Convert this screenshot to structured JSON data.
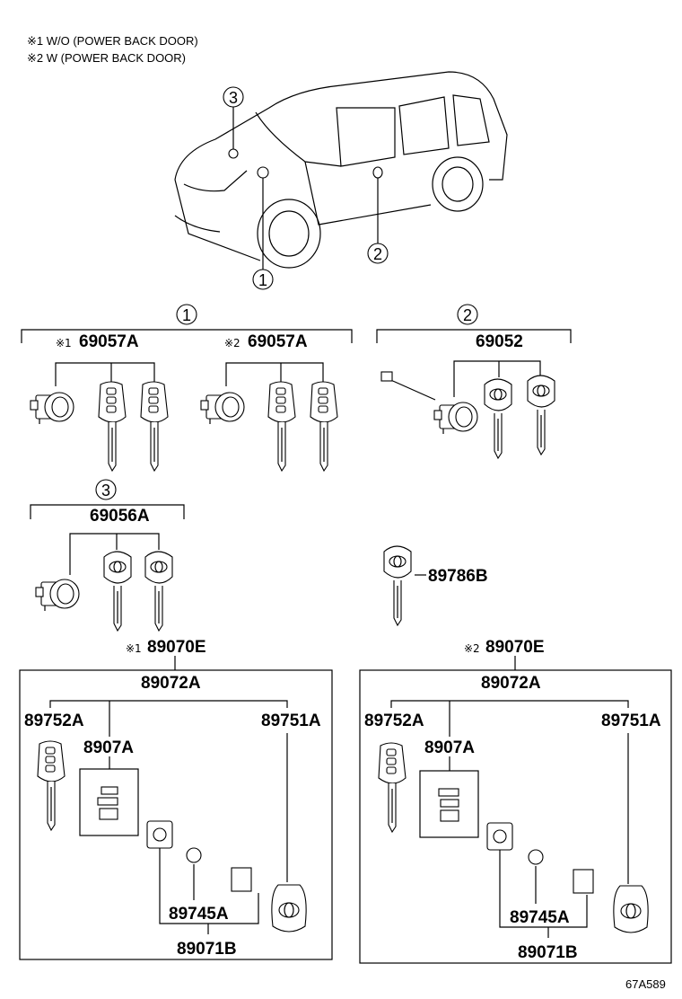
{
  "notes": [
    "※1 W/O (POWER BACK DOOR)",
    "※2 W (POWER BACK DOOR)"
  ],
  "vehicle_callouts": [
    "3",
    "1",
    "2"
  ],
  "group1": {
    "number": "1",
    "left": {
      "mark": "※1",
      "part": "69057A"
    },
    "right": {
      "mark": "※2",
      "part": "69057A"
    }
  },
  "group2": {
    "number": "2",
    "part": "69052"
  },
  "group3": {
    "number": "3",
    "part": "69056A"
  },
  "single_key": {
    "part": "89786B"
  },
  "kit_left": {
    "mark": "※1",
    "part": "89070E",
    "sub": "89072A",
    "key": "89752A",
    "chip": "8907A",
    "remote": "89751A",
    "battery": "89745A",
    "case": "89071B"
  },
  "kit_right": {
    "mark": "※2",
    "part": "89070E",
    "sub": "89072A",
    "key": "89752A",
    "chip": "8907A",
    "remote": "89751A",
    "battery": "89745A",
    "case": "89071B"
  },
  "diagram_code": "67A589"
}
